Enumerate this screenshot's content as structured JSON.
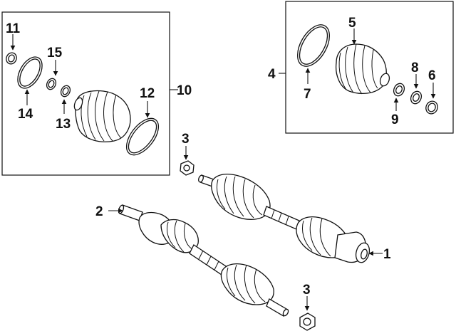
{
  "callouts": {
    "c1": "1",
    "c2": "2",
    "c3_top": "3",
    "c3_bottom": "3",
    "c4": "4",
    "c5": "5",
    "c6": "6",
    "c7": "7",
    "c8": "8",
    "c9": "9",
    "c10": "10",
    "c11": "11",
    "c12": "12",
    "c13": "13",
    "c14": "14",
    "c15": "15"
  },
  "colors": {
    "line": "#111111",
    "background": "#ffffff"
  }
}
